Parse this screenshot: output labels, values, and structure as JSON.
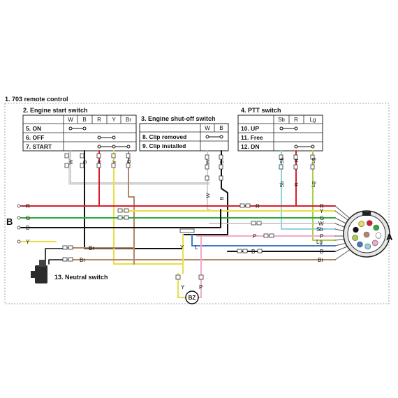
{
  "title": "1. 703 remote control",
  "engine_start_switch": {
    "title": "2. Engine start switch",
    "columns": [
      "W",
      "B",
      "R",
      "Y",
      "Br"
    ],
    "rows": [
      "5. ON",
      "6. OFF",
      "7. START"
    ]
  },
  "engine_shutoff_switch": {
    "title": "3. Engine shut-off switch",
    "columns": [
      "W",
      "B"
    ],
    "rows": [
      "8. Clip removed",
      "9. Clip installed"
    ]
  },
  "ptt_switch": {
    "title": "4. PTT switch",
    "columns": [
      "Sb",
      "R",
      "Lg"
    ],
    "rows": [
      "10. UP",
      "11. Free",
      "12. DN"
    ]
  },
  "neutral_switch_label": "13. Neutral switch",
  "buzzer_label": "BZ",
  "connector_b_label": "B",
  "connector_a_label": "A",
  "left_wire_labels": [
    "R",
    "G",
    "B",
    "Y"
  ],
  "right_wire_labels": [
    "R",
    "Y",
    "G",
    "W",
    "Sb",
    "P",
    "Lg",
    "B",
    "Br"
  ],
  "switch_lead_labels": {
    "start": [
      "W",
      "B",
      "R",
      "Y",
      "Br"
    ],
    "shutoff": [
      "W",
      "B",
      "W",
      "B"
    ],
    "ptt": [
      "Sb",
      "R",
      "Lg",
      "Sb",
      "R",
      "Lg"
    ]
  },
  "mid_wire_labels": {
    "r": "R",
    "br_1": "Br",
    "br_2": "Br",
    "y_bz": "Y",
    "p_bz": "P",
    "y_relay": "Y",
    "l_relay": "L",
    "p_mid": "P",
    "b_mid": "B"
  },
  "wire_colors": {
    "R": "#d81e2a",
    "Y": "#e7df4f",
    "G": "#2eaa3a",
    "W": "#bdbdbd",
    "B": "#111111",
    "Br": "#b3866a",
    "Sb": "#8fd0ea",
    "P": "#f2a9cc",
    "Lg": "#a8cf45",
    "L": "#3f79c8"
  },
  "connector_pins": [
    "#e7df4f",
    "#d81e2a",
    "#2eaa3a",
    "#ffffff",
    "#f2a9cc",
    "#8fd0ea",
    "#3f79c8",
    "#a8cf45",
    "#111111",
    "#b3866a"
  ]
}
